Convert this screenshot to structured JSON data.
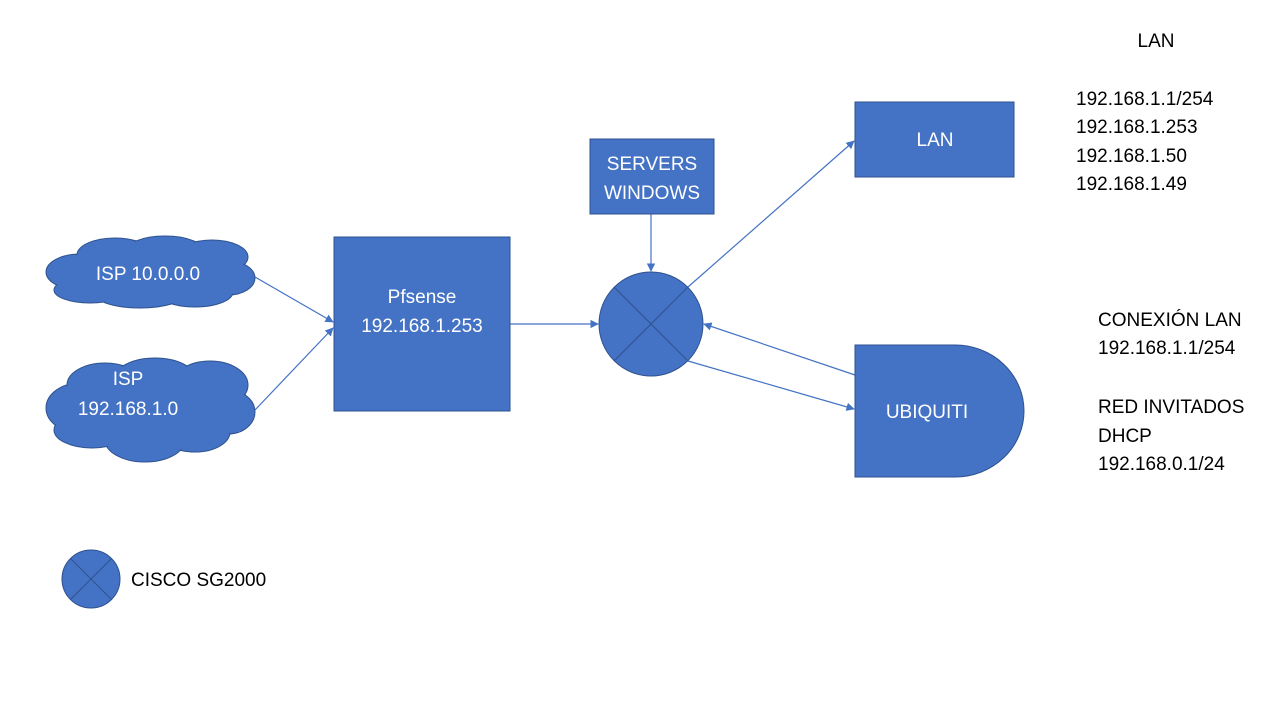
{
  "colors": {
    "node_fill": "#4472C4",
    "node_stroke": "#2F528F",
    "connector": "#4472C4"
  },
  "nodes": {
    "isp1": {
      "label": "ISP 10.0.0.0"
    },
    "isp2": {
      "line1": "ISP",
      "line2": "192.168.1.0"
    },
    "pfsense": {
      "line1": "Pfsense",
      "line2": "192.168.1.253"
    },
    "servers": {
      "line1": "SERVERS",
      "line2": "WINDOWS"
    },
    "lan": {
      "label": "LAN"
    },
    "ubiquiti": {
      "label": "UBIQUITI"
    }
  },
  "legend": {
    "switch_label": "CISCO SG2000"
  },
  "notes": {
    "lan_title": "LAN",
    "lan_ips": [
      "192.168.1.1/254",
      "192.168.1.253",
      "192.168.1.50",
      "192.168.1.49"
    ],
    "conexion_title": "CONEXIÓN LAN",
    "conexion_ip": "192.168.1.1/254",
    "guest_title": "RED INVITADOS",
    "guest_mode": "DHCP",
    "guest_ip": "192.168.0.1/24"
  }
}
